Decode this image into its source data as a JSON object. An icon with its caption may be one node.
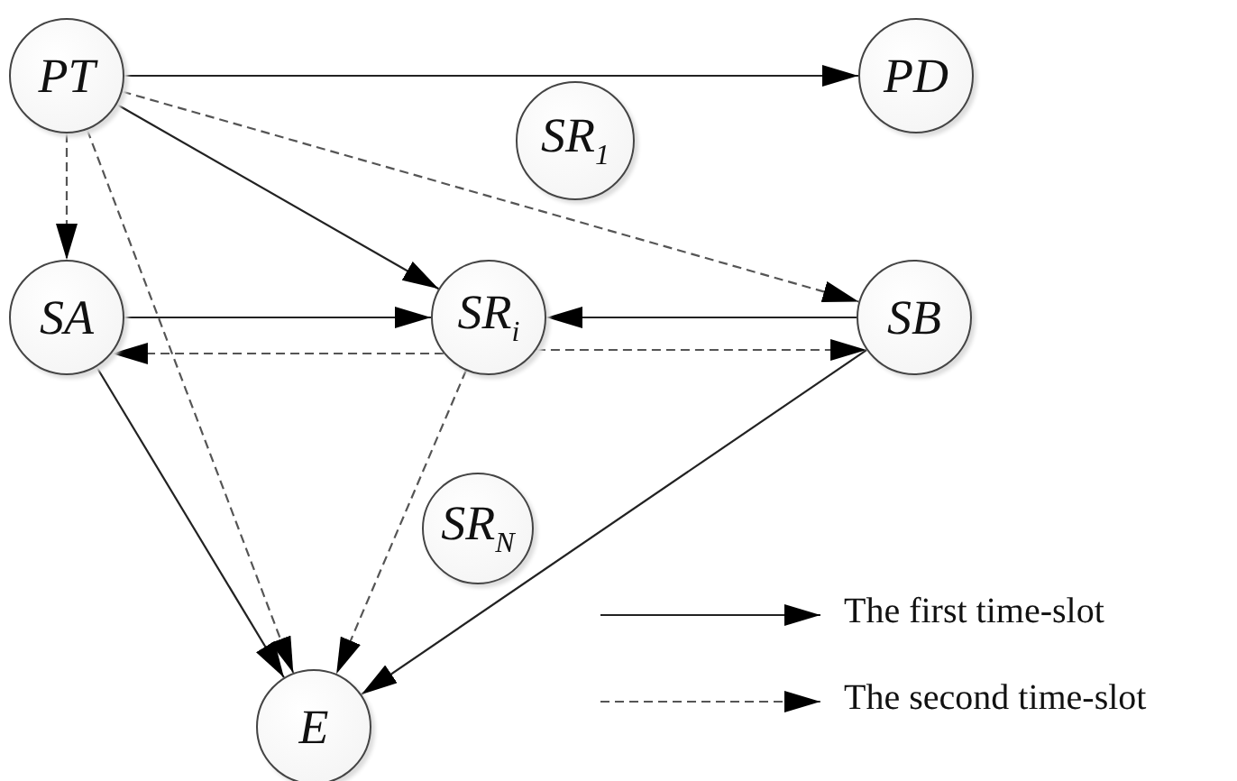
{
  "diagram": {
    "nodes": [
      {
        "text": [
          "PT"
        ]
      },
      {
        "text": [
          "PD"
        ]
      },
      {
        "text": [
          "SR$_{1}$"
        ]
      },
      {
        "text": [
          "SA"
        ]
      },
      {
        "text": [
          "SR$_{i}$"
        ]
      },
      {
        "text": [
          "SB"
        ]
      },
      {
        "text": [
          "SR$_{N}$"
        ]
      },
      {
        "text": [
          "E"
        ]
      }
    ],
    "edges": [
      {
        "from": 0,
        "to": 1,
        "arrow": "to"
      },
      {
        "from": 0,
        "to": 3,
        "arrow": "to",
        "style": "dashed"
      },
      {
        "from": 0,
        "to": 4,
        "arrow": "to"
      },
      {
        "from": 0,
        "to": 5,
        "arrow": "to",
        "style": "dashed"
      },
      {
        "from": 0,
        "to": 7,
        "arrow": "to",
        "style": "dashed"
      },
      {
        "from": 3,
        "to": 4,
        "arrow": "to"
      },
      {
        "from": 5,
        "to": 4,
        "arrow": "to"
      },
      {
        "from": 4,
        "to": 3,
        "arrow": "to",
        "style": "dashed"
      },
      {
        "from": 4,
        "to": 5,
        "arrow": "to",
        "style": "dashed"
      },
      {
        "from": 3,
        "to": 7,
        "arrow": "to"
      },
      {
        "from": 4,
        "to": 7,
        "arrow": "to",
        "style": "dashed"
      },
      {
        "from": 5,
        "to": 7,
        "arrow": "to"
      }
    ],
    "legend": [
      {
        "text": "The first time-slot"
      },
      {
        "text": "The second time-slot"
      }
    ]
  }
}
